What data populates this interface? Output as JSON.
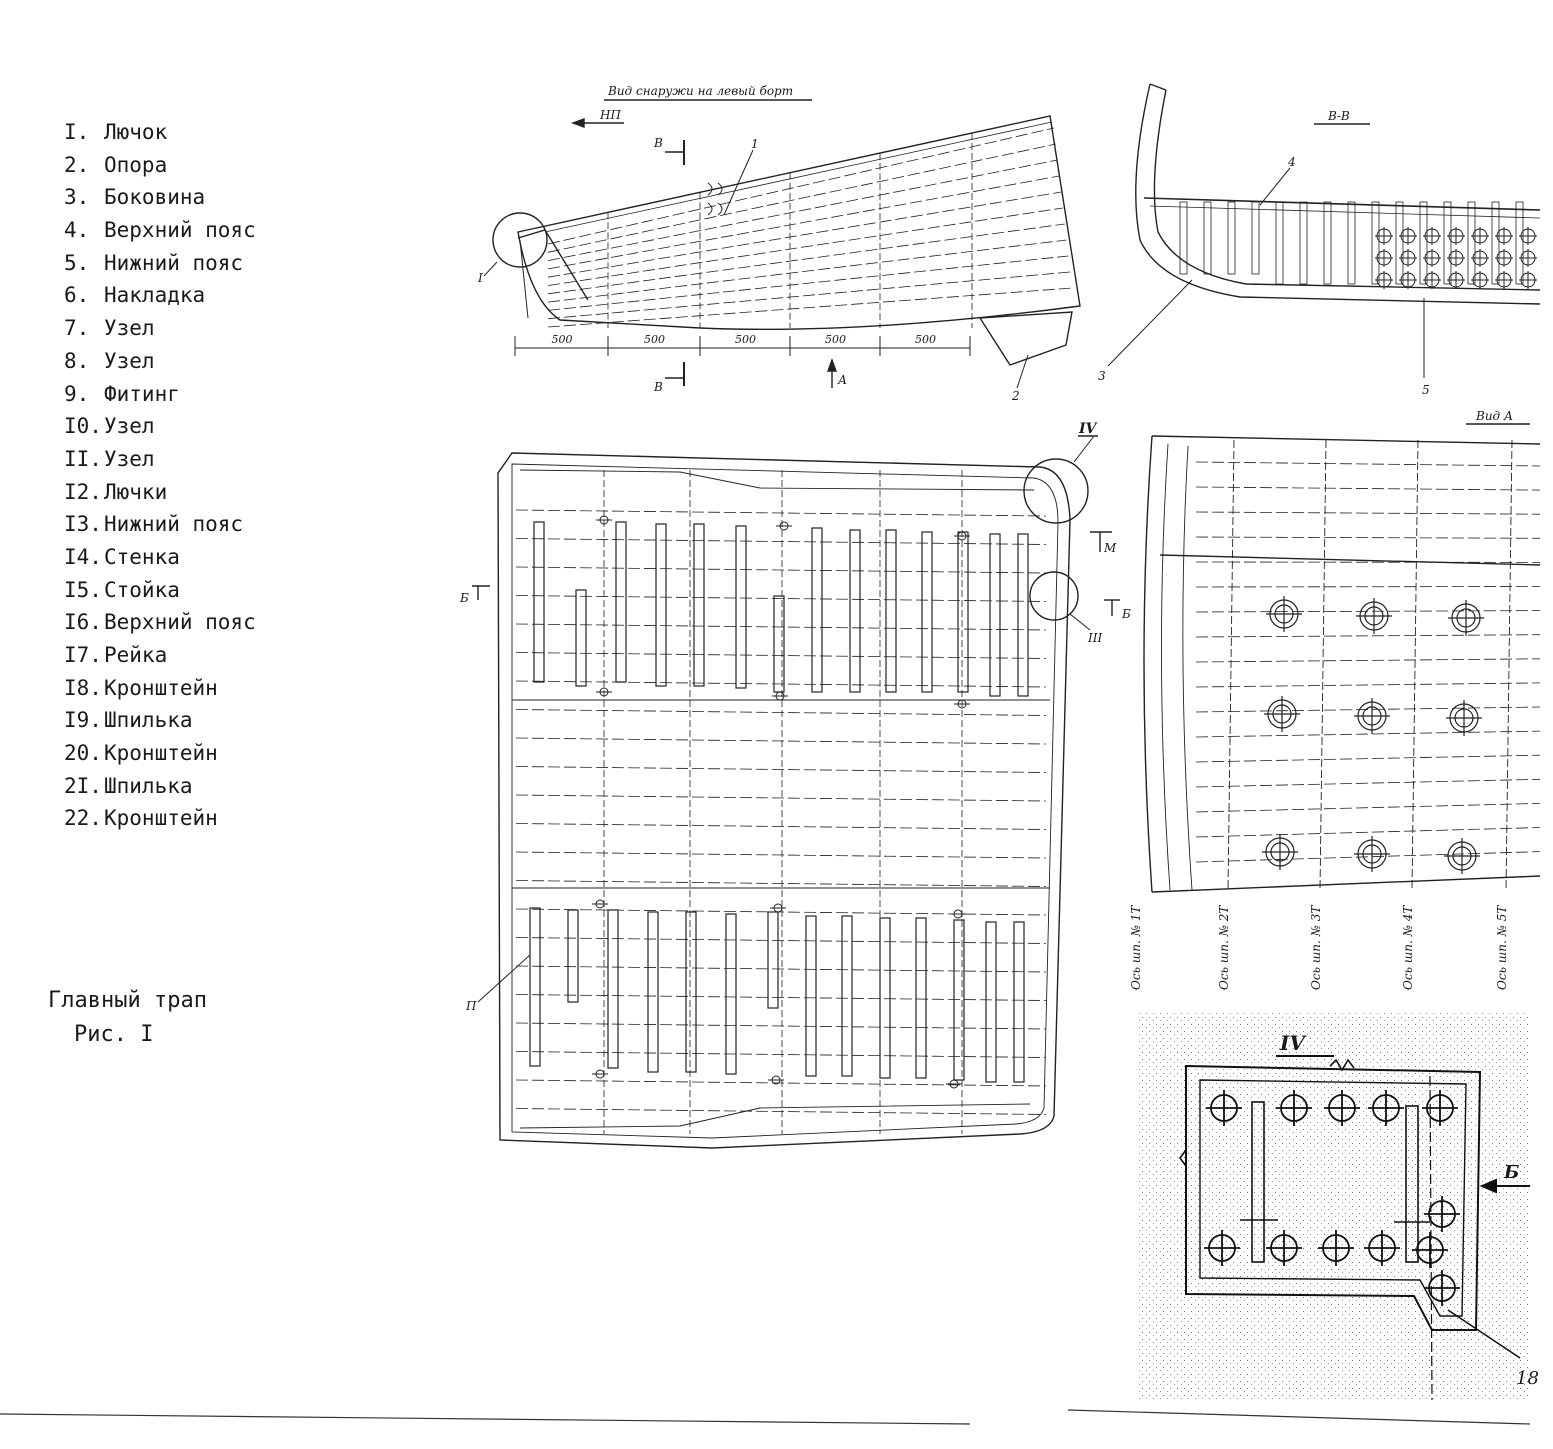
{
  "legend": [
    {
      "num": "I.",
      "text": "Лючок"
    },
    {
      "num": "2.",
      "text": "Опора"
    },
    {
      "num": "3.",
      "text": "Боковина"
    },
    {
      "num": "4.",
      "text": "Верхний пояс"
    },
    {
      "num": "5.",
      "text": "Нижний пояс"
    },
    {
      "num": "6.",
      "text": "Накладка"
    },
    {
      "num": "7.",
      "text": "Узел"
    },
    {
      "num": "8.",
      "text": "Узел"
    },
    {
      "num": "9.",
      "text": "Фитинг"
    },
    {
      "num": "I0.",
      "text": "Узел"
    },
    {
      "num": "II.",
      "text": "Узел"
    },
    {
      "num": "I2.",
      "text": "Лючки"
    },
    {
      "num": "I3.",
      "text": "Нижний пояс"
    },
    {
      "num": "I4.",
      "text": "Стенка"
    },
    {
      "num": "I5.",
      "text": "Стойка"
    },
    {
      "num": "I6.",
      "text": "Верхний пояс"
    },
    {
      "num": "I7.",
      "text": "Рейка"
    },
    {
      "num": "I8.",
      "text": "Кронштейн"
    },
    {
      "num": "I9.",
      "text": "Шпилька"
    },
    {
      "num": "20.",
      "text": "Кронштейн"
    },
    {
      "num": "2I.",
      "text": "Шпилька"
    },
    {
      "num": "22.",
      "text": "Кронштейн"
    }
  ],
  "caption": {
    "title": "Главный трап",
    "figure": "Рис. I"
  },
  "side_view": {
    "heading": "Вид снаружи на левый борт",
    "direction": "НП",
    "section_mark": "В",
    "view_mark": "А",
    "dims": [
      "500",
      "500",
      "500",
      "500",
      "500"
    ],
    "callouts": [
      "1",
      "2",
      "I"
    ]
  },
  "section_view": {
    "heading": "В-В",
    "callouts": [
      "3",
      "4",
      "5"
    ]
  },
  "plan_view": {
    "callouts": [
      "IV",
      "III",
      "П"
    ],
    "marks": [
      "Б",
      "М"
    ]
  },
  "view_a": {
    "heading": "Вид А",
    "frames": [
      "Ось шп. № 1Т",
      "Ось шп. № 2Т",
      "Ось шп. № 3Т",
      "Ось шп. № 4Т",
      "Ось шп. № 5Т"
    ]
  },
  "detail_iv": {
    "heading": "IV",
    "marks": [
      "Б",
      "18"
    ]
  }
}
